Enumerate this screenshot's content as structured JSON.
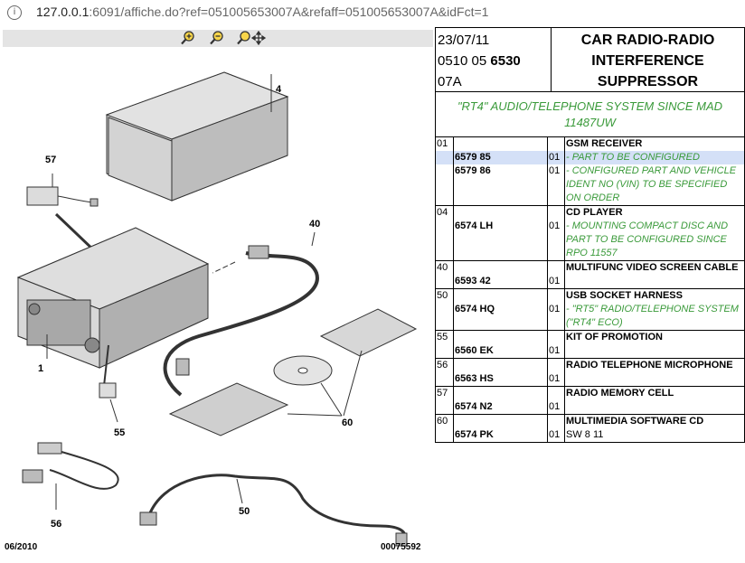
{
  "browser": {
    "url_host": "127.0.0.1",
    "url_rest": ":6091/affiche.do?ref=051005653007A&refaff=051005653007A&idFct=1"
  },
  "drawing": {
    "labels": [
      "4",
      "57",
      "40",
      "1",
      "55",
      "60",
      "56",
      "50"
    ],
    "date": "06/2010",
    "ref": "00075592"
  },
  "header": {
    "date": "23/07/11",
    "code_prefix": "0510 05 ",
    "code_bold": "6530",
    "code_suffix": "07A",
    "title_lines": [
      "CAR RADIO-RADIO",
      "INTERFERENCE",
      "SUPPRESSOR"
    ]
  },
  "subtitle": "\"RT4\" AUDIO/TELEPHONE SYSTEM SINCE MAD 11487UW",
  "parts": [
    {
      "num": "01",
      "desc": "GSM RECEIVER",
      "lines": [
        {
          "ref": "6579 85",
          "qty": "01",
          "note": "- PART TO BE CONFIGURED",
          "hl": true
        },
        {
          "ref": "6579 86",
          "qty": "01",
          "note": "- CONFIGURED PART AND VEHICLE IDENT NO (VIN) TO BE SPECIFIED ON ORDER",
          "hl": false
        }
      ]
    },
    {
      "num": "04",
      "desc": "CD PLAYER",
      "lines": [
        {
          "ref": "6574 LH",
          "qty": "01",
          "note": "- MOUNTING COMPACT DISC AND PART TO BE CONFIGURED SINCE RPO 11557",
          "hl": false
        }
      ]
    },
    {
      "num": "40",
      "desc": "MULTIFUNC VIDEO SCREEN CABLE",
      "lines": [
        {
          "ref": "6593 42",
          "qty": "01",
          "note": "",
          "hl": false
        }
      ]
    },
    {
      "num": "50",
      "desc": "USB SOCKET HARNESS",
      "lines": [
        {
          "ref": "6574 HQ",
          "qty": "01",
          "note": "- \"RT5\" RADIO/TELEPHONE SYSTEM (\"RT4\" ECO)",
          "hl": false
        }
      ]
    },
    {
      "num": "55",
      "desc": "KIT OF PROMOTION",
      "lines": [
        {
          "ref": "6560 EK",
          "qty": "01",
          "note": "",
          "hl": false
        }
      ]
    },
    {
      "num": "56",
      "desc": "RADIO TELEPHONE MICROPHONE",
      "lines": [
        {
          "ref": "6563 HS",
          "qty": "01",
          "note": "",
          "hl": false
        }
      ]
    },
    {
      "num": "57",
      "desc": "RADIO MEMORY CELL",
      "lines": [
        {
          "ref": "6574 N2",
          "qty": "01",
          "note": "",
          "hl": false
        }
      ]
    },
    {
      "num": "60",
      "desc": "MULTIMEDIA SOFTWARE CD",
      "lines": [
        {
          "ref": "6574 PK",
          "qty": "01",
          "note": "SW 8 11",
          "hl": false,
          "plain_note": true
        }
      ]
    }
  ]
}
